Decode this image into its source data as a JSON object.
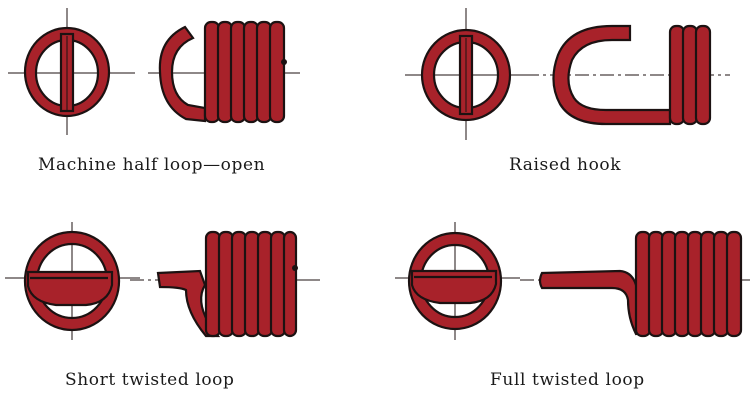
{
  "captions": {
    "machine_half_loop_open": "Machine half loop—open",
    "raised_hook": "Raised hook",
    "short_twisted_loop": "Short twisted loop",
    "full_twisted_loop": "Full twisted loop"
  },
  "colors": {
    "spring_red": "#a8222a",
    "outline": "#1c1212"
  },
  "springs": [
    {
      "caption_key": "machine_half_loop_open",
      "coil_turns": 6
    },
    {
      "caption_key": "raised_hook",
      "coil_turns": 3
    },
    {
      "caption_key": "short_twisted_loop",
      "coil_turns": 7
    },
    {
      "caption_key": "full_twisted_loop",
      "coil_turns": 8
    }
  ]
}
